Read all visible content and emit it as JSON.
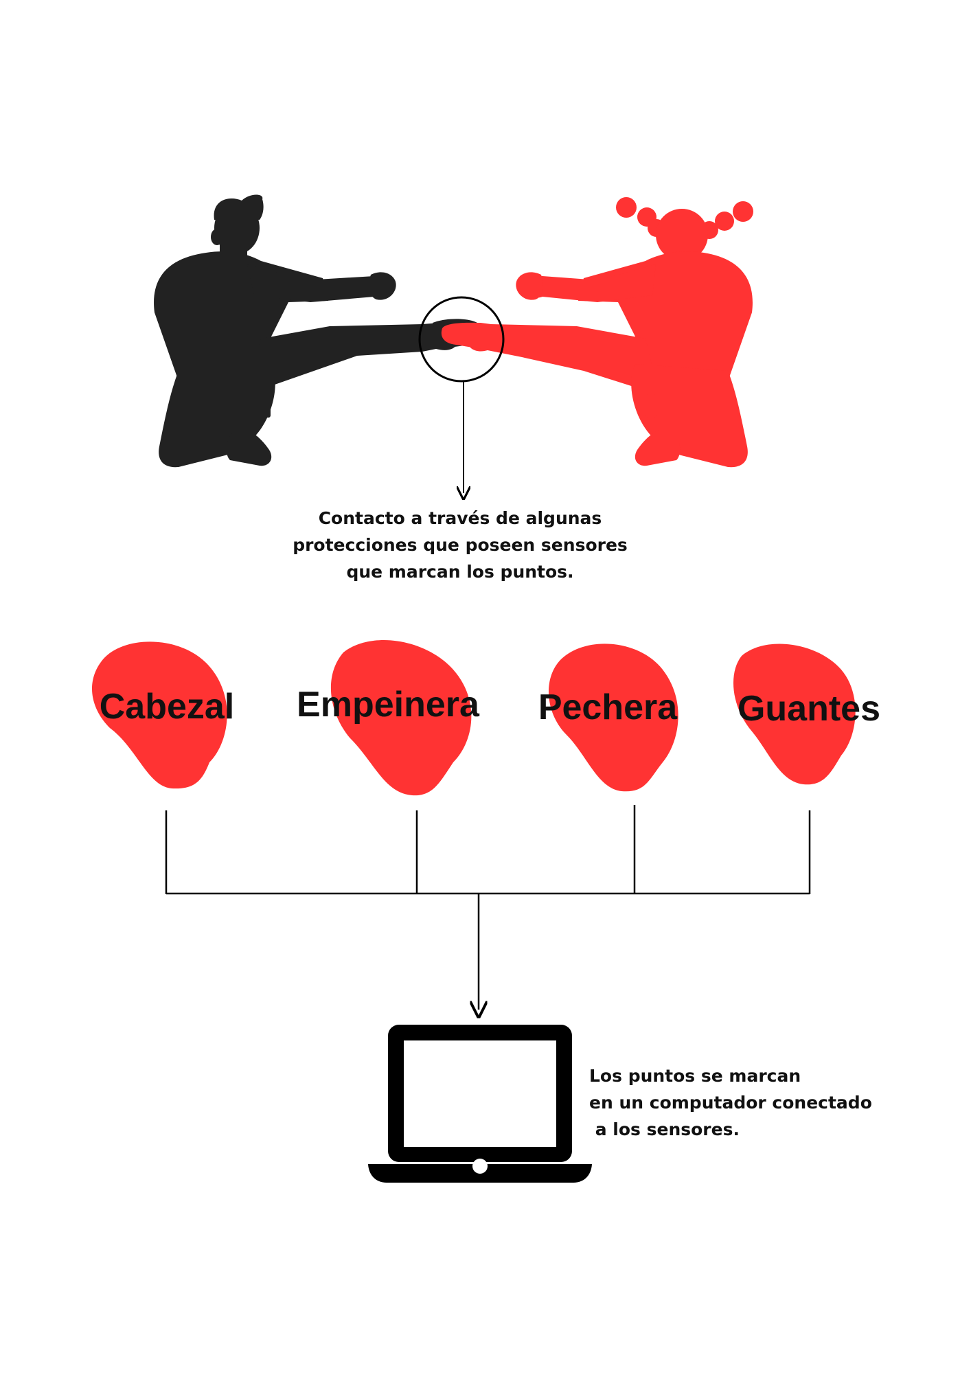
{
  "colors": {
    "accent": "#ff3333",
    "ink": "#222222",
    "line": "#000000",
    "background": "#ffffff"
  },
  "figures": [
    {
      "name": "black-fighter",
      "color": "#222222",
      "icon": "karate-kicker-silhouette"
    },
    {
      "name": "red-fighter",
      "color": "#ff3333",
      "icon": "karate-kicker-silhouette"
    }
  ],
  "contact_caption": {
    "lines": [
      "Contacto a través de algunas",
      "protecciones que poseen sensores",
      "que marcan los puntos."
    ]
  },
  "sensors": [
    {
      "label": "Cabezal",
      "icon": "red-blob"
    },
    {
      "label": "Empeinera",
      "icon": "red-blob"
    },
    {
      "label": "Pechera",
      "icon": "red-blob"
    },
    {
      "label": "Guantes",
      "icon": "red-blob"
    }
  ],
  "computer": {
    "icon": "laptop-icon"
  },
  "computer_caption": {
    "lines": [
      "Los puntos se marcan",
      "en un computador conectado",
      " a los sensores."
    ]
  }
}
